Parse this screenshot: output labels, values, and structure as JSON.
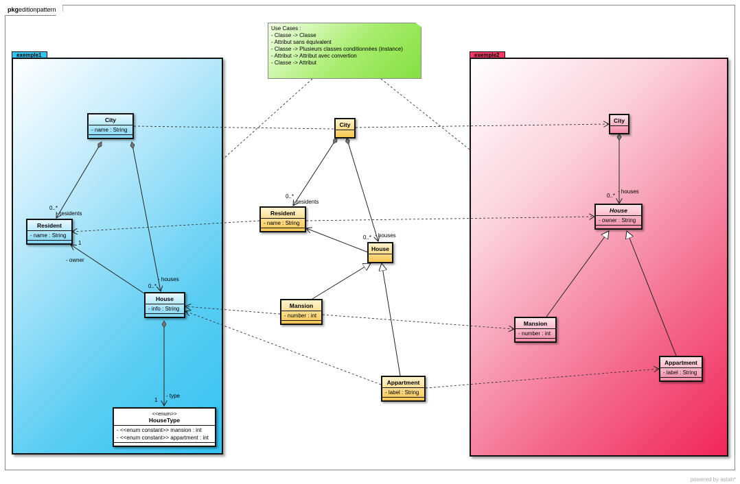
{
  "frame": {
    "keyword": "pkg",
    "name": "editionpattern"
  },
  "packages": {
    "left": "exemple1",
    "right": "exemple2"
  },
  "note": {
    "lines": [
      "Use Cases :",
      "- Classe -> Classe",
      "- Attribut sans équivalent",
      "- Classe -> Plusieurs classes conditionnées (instance)",
      "- Attribut -> Attribut avec convertion",
      "- Classe -> Attribut"
    ]
  },
  "ex1": {
    "city": {
      "name": "City",
      "attr": "- name : String"
    },
    "resident": {
      "name": "Resident",
      "attr": "- name : String"
    },
    "house": {
      "name": "House",
      "attr": "- info : String"
    },
    "housetype": {
      "stereotype": "<<enum>>",
      "name": "HouseType",
      "attrs": [
        "- <<enum constant>> mansion : int",
        "- <<enum constant>> appartment : int"
      ]
    }
  },
  "mid": {
    "city": {
      "name": "City"
    },
    "resident": {
      "name": "Resident",
      "attr": "- name : String"
    },
    "house": {
      "name": "House"
    },
    "mansion": {
      "name": "Mansion",
      "attr": "- number : int"
    },
    "appartment": {
      "name": "Appartment",
      "attr": "- label : String"
    }
  },
  "ex2": {
    "city": {
      "name": "City"
    },
    "house": {
      "name": "House",
      "attr": "- owner : String"
    },
    "mansion": {
      "name": "Mansion",
      "attr": "- number : int"
    },
    "appartment": {
      "name": "Appartment",
      "attr": "- label : String"
    }
  },
  "labels": {
    "ex1_residents_mult": "0..*",
    "ex1_residents_role": "- residents",
    "ex1_owner_mult": "1",
    "ex1_owner_role": "- owner",
    "ex1_houses_mult": "0..*",
    "ex1_houses_role": "- houses",
    "ex1_type_mult": "1",
    "ex1_type_role": "- type",
    "mid_residents_mult": "0..*",
    "mid_residents_role": "- residents",
    "mid_houses_mult": "0..*",
    "mid_houses_role": "- houses",
    "ex2_houses_mult": "0..*",
    "ex2_houses_role": "- houses"
  },
  "footer": "powered by astah*"
}
